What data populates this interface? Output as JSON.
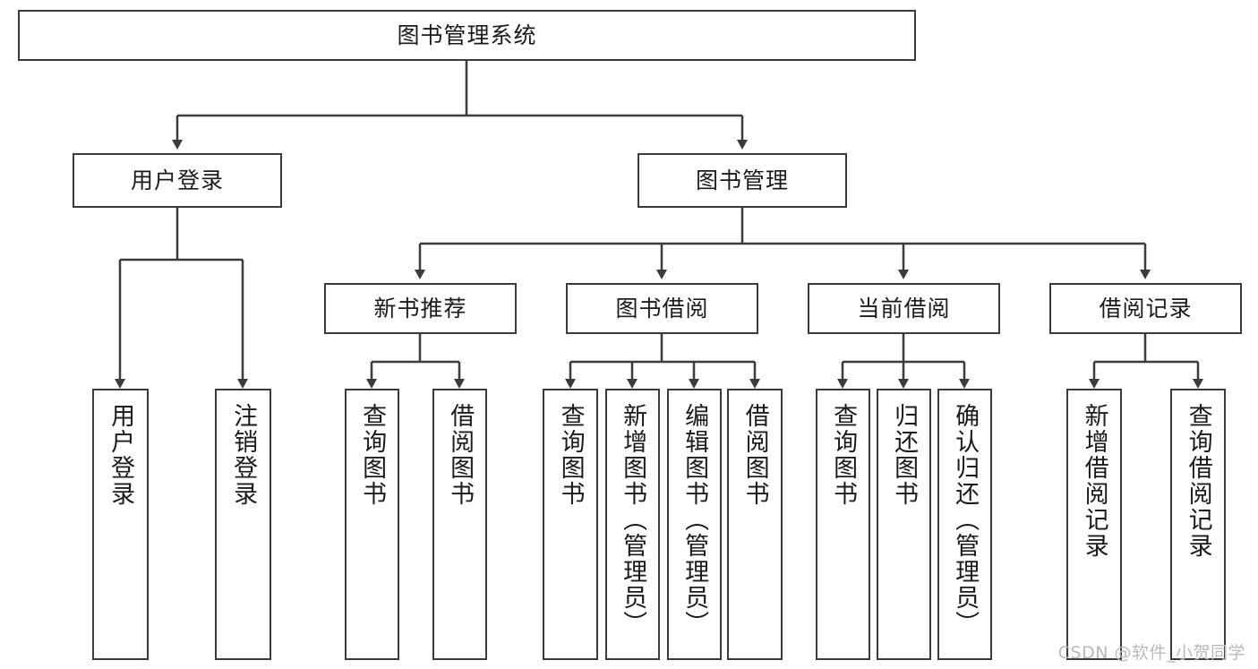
{
  "diagram": {
    "type": "tree-hierarchy-flowchart",
    "title": "图书管理系统",
    "watermark": "CSDN @软件_小贺同学",
    "colors": {
      "box_border": "#3b3b3b",
      "box_fill": "#ffffff",
      "connector": "#3b3b3b",
      "text": "#1b1b1b",
      "watermark": "#b9b9b9",
      "background": "#ffffff"
    },
    "levels": [
      {
        "level": 1,
        "nodes": [
          {
            "id": "root",
            "label": "图书管理系统",
            "orientation": "horizontal"
          }
        ]
      },
      {
        "level": 2,
        "nodes": [
          {
            "id": "n-user-login",
            "label": "用户登录",
            "orientation": "horizontal",
            "parent": "root"
          },
          {
            "id": "n-book-manage",
            "label": "图书管理",
            "orientation": "horizontal",
            "parent": "root"
          }
        ]
      },
      {
        "level": 3,
        "nodes": [
          {
            "id": "n-new-book-rec",
            "label": "新书推荐",
            "orientation": "horizontal",
            "parent": "n-book-manage"
          },
          {
            "id": "n-book-borrow",
            "label": "图书借阅",
            "orientation": "horizontal",
            "parent": "n-book-manage"
          },
          {
            "id": "n-current-borrow",
            "label": "当前借阅",
            "orientation": "horizontal",
            "parent": "n-book-manage"
          },
          {
            "id": "n-borrow-record",
            "label": "借阅记录",
            "orientation": "horizontal",
            "parent": "n-book-manage"
          }
        ]
      },
      {
        "level": 4,
        "nodes": [
          {
            "id": "leaf-user-login",
            "label": "用户登录",
            "orientation": "vertical",
            "parent": "n-user-login"
          },
          {
            "id": "leaf-user-logout",
            "label": "注销登录",
            "orientation": "vertical",
            "parent": "n-user-login"
          },
          {
            "id": "leaf-rec-query",
            "label": "查询图书",
            "orientation": "vertical",
            "parent": "n-new-book-rec"
          },
          {
            "id": "leaf-rec-borrow",
            "label": "借阅图书",
            "orientation": "vertical",
            "parent": "n-new-book-rec"
          },
          {
            "id": "leaf-borrow-query",
            "label": "查询图书",
            "orientation": "vertical",
            "parent": "n-book-borrow"
          },
          {
            "id": "leaf-borrow-add",
            "label": "新增图书（管理员）",
            "orientation": "vertical",
            "parent": "n-book-borrow"
          },
          {
            "id": "leaf-borrow-edit",
            "label": "编辑图书（管理员）",
            "orientation": "vertical",
            "parent": "n-book-borrow"
          },
          {
            "id": "leaf-borrow-do",
            "label": "借阅图书",
            "orientation": "vertical",
            "parent": "n-book-borrow"
          },
          {
            "id": "leaf-cur-query",
            "label": "查询图书",
            "orientation": "vertical",
            "parent": "n-current-borrow"
          },
          {
            "id": "leaf-cur-return",
            "label": "归还图书",
            "orientation": "vertical",
            "parent": "n-current-borrow"
          },
          {
            "id": "leaf-cur-confirm",
            "label": "确认归还（管理员）",
            "orientation": "vertical",
            "parent": "n-current-borrow"
          },
          {
            "id": "leaf-rec-add",
            "label": "新增借阅记录",
            "orientation": "vertical",
            "parent": "n-borrow-record"
          },
          {
            "id": "leaf-rec-query2",
            "label": "查询借阅记录",
            "orientation": "vertical",
            "parent": "n-borrow-record"
          }
        ]
      }
    ]
  }
}
